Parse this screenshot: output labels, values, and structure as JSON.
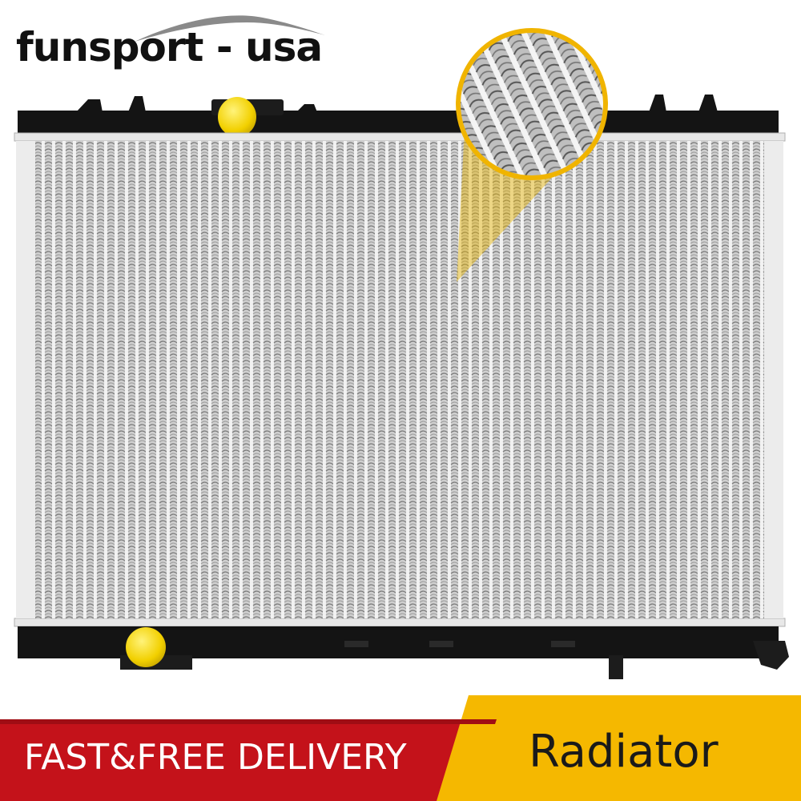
{
  "brand": {
    "name": "funsport - usa"
  },
  "banner": {
    "delivery_text": "FAST&FREE DELIVERY",
    "product_text": "Radiator"
  },
  "colors": {
    "banner_red": "#c4121a",
    "banner_yellow": "#f5b800",
    "radiator_tank": "#111111",
    "radiator_core": "#bdbdbd",
    "cap_yellow": "#f7d600",
    "magnifier_ring": "#f0b400"
  },
  "icons": {
    "logo_swoosh": "swoosh-icon",
    "magnifier": "zoom-lens-icon"
  }
}
